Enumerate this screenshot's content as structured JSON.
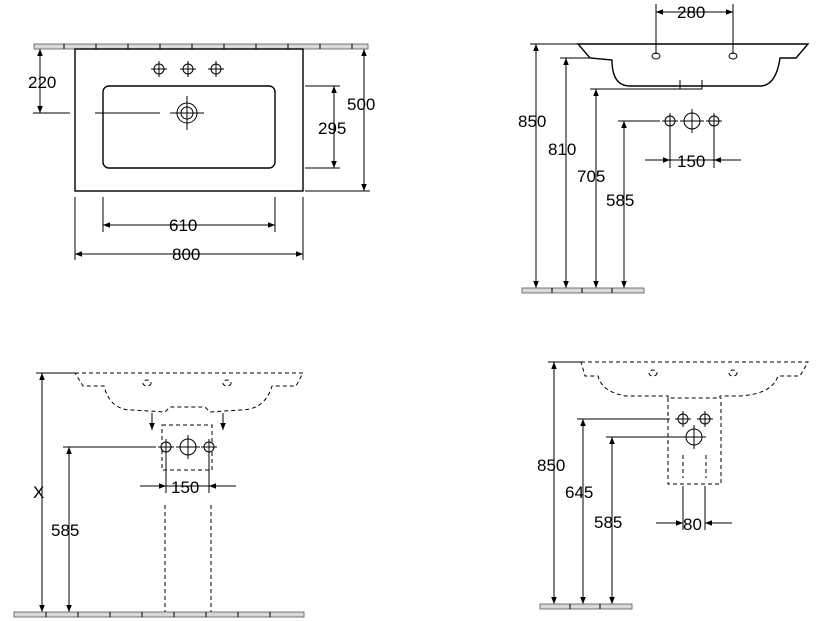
{
  "colors": {
    "line": "#000000",
    "wall_fill": "#d9d9d9",
    "background": "#ffffff"
  },
  "views": {
    "top_view": {
      "dims": {
        "depth_to_taps": "220",
        "basin_depth": "295",
        "total_depth": "500",
        "basin_width": "610",
        "total_width": "800"
      }
    },
    "side_view": {
      "dims": {
        "tap_spacing": "280",
        "height_top": "850",
        "height_bowl": "810",
        "height_drain": "705",
        "height_outlet": "585",
        "outlet_spacing": "150"
      }
    },
    "pedestal_front_view": {
      "dims": {
        "height_variable": "X",
        "height_outlet": "585",
        "outlet_spacing": "150"
      }
    },
    "pedestal_side_view": {
      "dims": {
        "height_top": "850",
        "height_drain": "645",
        "height_outlet": "585",
        "outlet_spacing": "80"
      }
    }
  }
}
